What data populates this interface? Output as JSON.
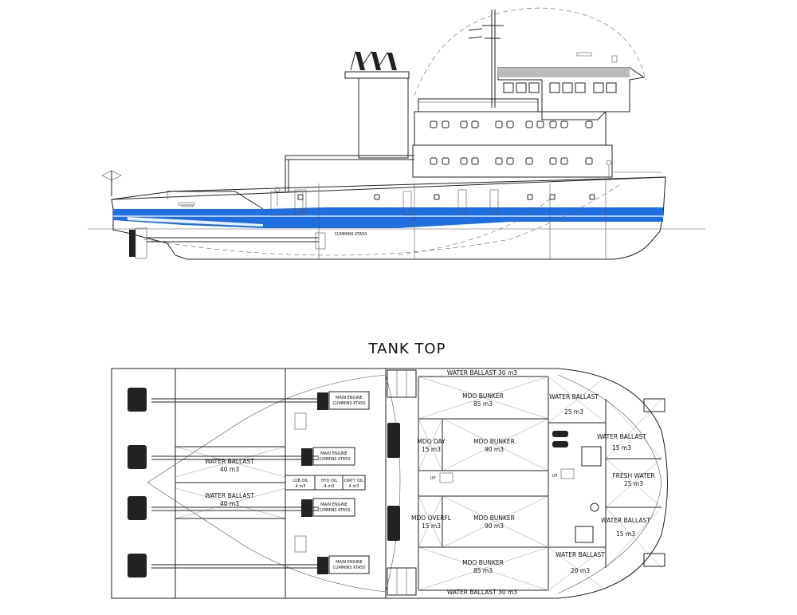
{
  "drawing": {
    "section_title": "TANK TOP",
    "profile_label": "CUMMINS KTA50",
    "colors": {
      "hull_stripe": "#1f6fe0",
      "line": "#222222",
      "background": "#ffffff"
    },
    "tanks": {
      "wb_top": "WATER BALLAST 30 m3",
      "wb_bottom": "WATER BALLAST 30 m3",
      "mdo_bunker_85_top_name": "MDO BUNKER",
      "mdo_bunker_85_top_vol": "85 m3",
      "mdo_bunker_90_top_name": "MDO BUNKER",
      "mdo_bunker_90_top_vol": "90 m3",
      "mdo_bunker_90_bot_name": "MDO BUNKER",
      "mdo_bunker_90_bot_vol": "90 m3",
      "mdo_bunker_85_bot_name": "MDO BUNKER",
      "mdo_bunker_85_bot_vol": "85 m3",
      "mdo_day_name": "MDO DAY",
      "mdo_day_vol": "15 m3",
      "mdo_overfl_name": "MDO OVERFL",
      "mdo_overfl_vol": "15 m3",
      "wb_25_name": "WATER BALLAST",
      "wb_25_vol": "25 m3",
      "wb_15_top_name": "WATER BALLAST",
      "wb_15_top_vol": "15 m3",
      "fresh_water_name": "FRESH WATER",
      "fresh_water_vol": "25 m3",
      "wb_15_bot_name": "WATER BALLAST",
      "wb_15_bot_vol": "15 m3",
      "wb_20_name": "WATER BALLAST",
      "wb_20_vol": "20 m3",
      "wb_40_top_name": "WATER BALLAST",
      "wb_40_top_vol": "40 m3",
      "wb_40_bot_name": "WATER BALLAST",
      "wb_40_bot_vol": "40 m3",
      "lub_oil_name": "LUB OIL",
      "lub_oil_vol": "4 m3",
      "hyd_oil_name": "HYD OIL",
      "hyd_oil_vol": "4 m3",
      "dirty_oil_name": "DIRTY OIL",
      "dirty_oil_vol": "4 m3"
    },
    "engines": [
      {
        "line1": "MAIN ENGINE",
        "line2": "CUMMINS KTA50"
      },
      {
        "line1": "MAIN ENGINE",
        "line2": "CUMMINS KTA50"
      },
      {
        "line1": "MAIN ENGINE",
        "line2": "CUMMINS KTA50"
      },
      {
        "line1": "MAIN ENGINE",
        "line2": "CUMMINS KTA50"
      }
    ],
    "up_labels": [
      "UP",
      "UP"
    ]
  }
}
